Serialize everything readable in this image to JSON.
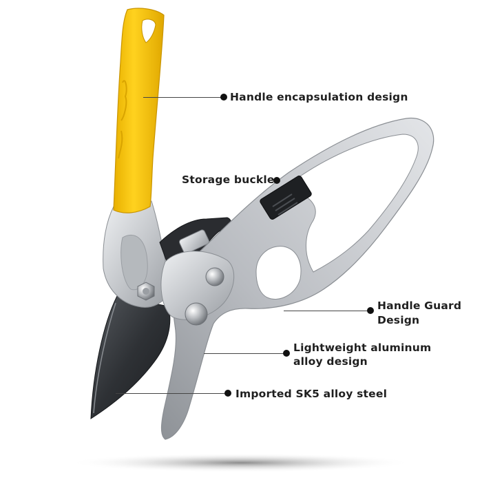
{
  "labels": {
    "handle_encapsulation": "Handle encapsulation design",
    "storage_buckle": "Storage buckle",
    "handle_guard_line1": "Handle Guard",
    "handle_guard_line2": "Design",
    "lightweight_line1": "Lightweight aluminum",
    "lightweight_line2": "alloy design",
    "imported_steel": "Imported SK5 alloy steel"
  },
  "colors": {
    "handle_yellow": "#f5c518",
    "aluminum": "#c9ccd0",
    "blade": "#3a3d41",
    "background": "#ffffff"
  }
}
